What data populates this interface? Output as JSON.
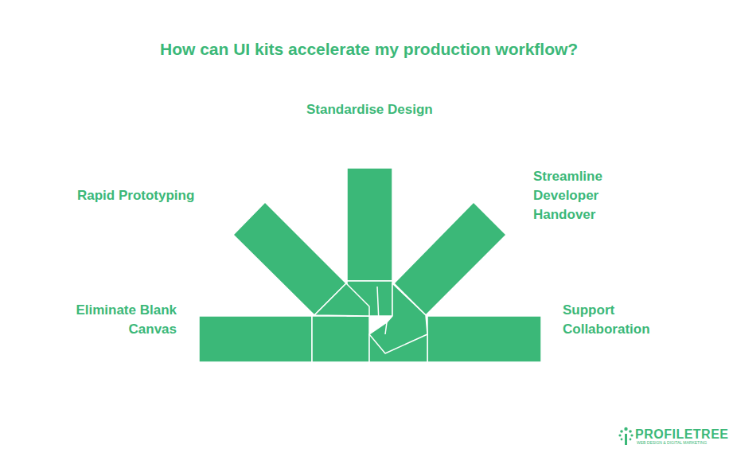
{
  "diagram": {
    "title": "How can UI kits accelerate my production workflow?",
    "labels": [
      "Standardise Design",
      "Rapid Prototyping",
      "Streamline Developer Handover",
      "Eliminate Blank Canvas",
      "Support Collaboration",
      "PROFILETREE",
      "WEB DESIGN & DIGITAL MARKETING"
    ]
  }
}
